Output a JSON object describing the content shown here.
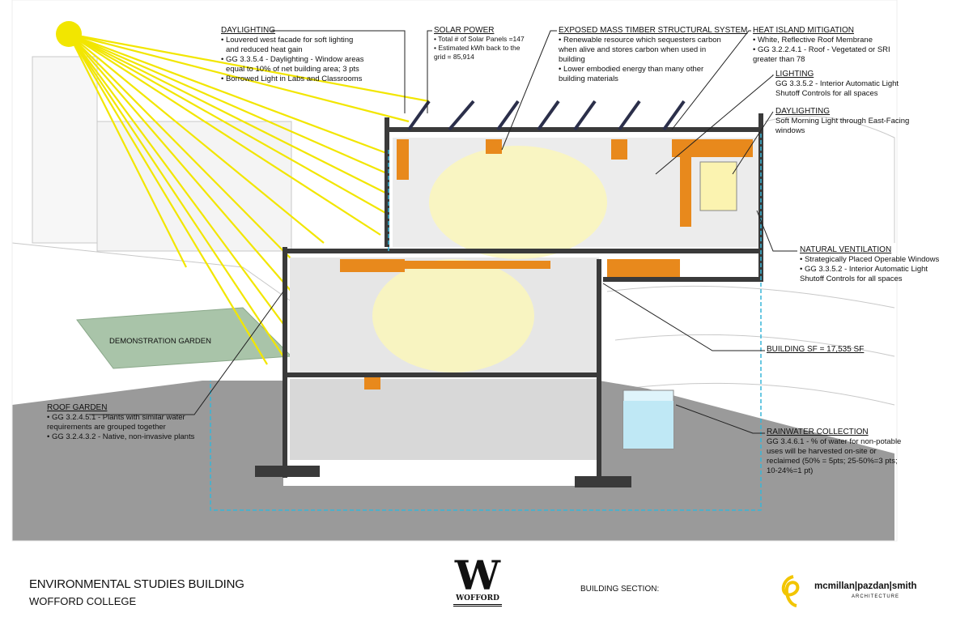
{
  "annotations": {
    "daylighting_west": {
      "heading": "DAYLIGHTING",
      "items": [
        "• Louvered west facade for soft lighting",
        "and reduced heat gain",
        "• GG 3.3.5.4 - Daylighting - Window areas",
        "equal to 10% of net building area; 3 pts",
        "• Borrowed Light in Labs and Classrooms"
      ]
    },
    "solar_power": {
      "heading": "SOLAR POWER",
      "items": [
        "• Total # of Solar Panels =147",
        "• Estimated kWh back to the",
        "grid = 85,914"
      ]
    },
    "mass_timber": {
      "heading": "EXPOSED MASS TIMBER STRUCTURAL SYSTEM",
      "items": [
        "• Renewable resource which sequesters carbon",
        "when alive and stores carbon when used in",
        "building",
        "• Lower embodied energy than many other",
        "building materials"
      ]
    },
    "heat_island": {
      "heading": "HEAT ISLAND MITIGATION",
      "items": [
        "• White, Reflective Roof Membrane",
        "• GG 3.2.2.4.1 - Roof - Vegetated or SRI",
        "greater than 78"
      ]
    },
    "lighting": {
      "heading": "LIGHTING",
      "items": [
        "GG 3.3.5.2 - Interior Automatic Light",
        "Shutoff Controls for all spaces"
      ]
    },
    "daylighting_east": {
      "heading": "DAYLIGHTING",
      "items": [
        "Soft Morning Light through East-Facing",
        "windows"
      ]
    },
    "natural_ventilation": {
      "heading": "NATURAL VENTILATION",
      "items": [
        "• Strategically Placed Operable Windows",
        "• GG 3.3.5.2 - Interior Automatic Light",
        "Shutoff Controls for all spaces"
      ]
    },
    "building_sf": {
      "heading": "BUILDING SF = 17,535 SF"
    },
    "rainwater": {
      "heading": "RAINWATER COLLECTION",
      "items": [
        "GG 3.4.6.1 - % of water for non-potable",
        "uses will be harvested on-site or",
        "reclaimed (50% = 5pts; 25-50%=3 pts;",
        "10-24%=1 pt)"
      ]
    },
    "roof_garden": {
      "heading": "ROOF GARDEN",
      "items": [
        "• GG 3.2.4.5.1 - Plants with similar water",
        "requirements are grouped together",
        "• GG 3.2.4.3.2 - Native, non-invasive plants"
      ]
    },
    "demonstration_garden": "DEMONSTRATION GARDEN"
  },
  "footer": {
    "title": "ENVIRONMENTAL STUDIES BUILDING",
    "subtitle": "WOFFORD COLLEGE",
    "section_label": "BUILDING SECTION:",
    "college_logo": {
      "letter": "W",
      "name": "WOFFORD"
    },
    "architect_logo": {
      "name": "mcmillan|pazdan|smith",
      "tag": "ARCHITECTURE"
    }
  },
  "colors": {
    "sun": "#f2e600",
    "timber": "#e8891c",
    "ground": "#9a9a9a",
    "water": "#38b6d8",
    "structure": "#3a3a3a"
  }
}
